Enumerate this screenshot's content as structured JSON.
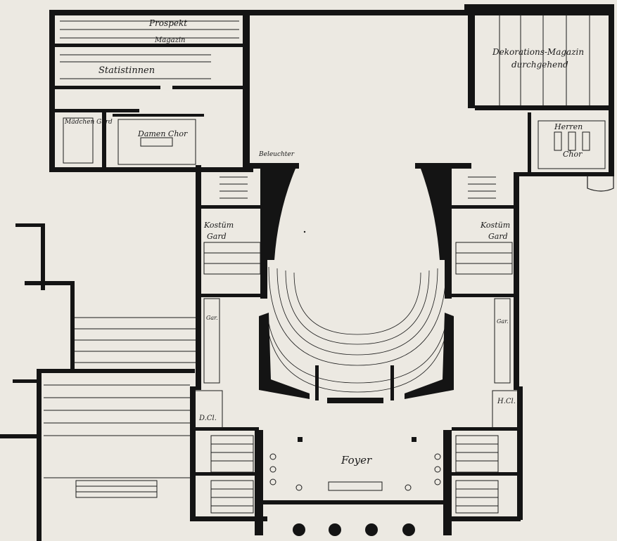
{
  "plan": {
    "labels": {
      "prospekt": "Prospekt",
      "magazin": "Magazin",
      "statistinnen": "Statistinnen",
      "maedchen_gard": "Mädchen Gard",
      "damen_chor": "Damen Chor",
      "beleuchter": "Beleuchter",
      "dekorations_line1": "Dekorations-Magazin",
      "dekorations_line2": "durchgehend",
      "herren_chor_1": "Herren",
      "herren_chor_2": "Chor",
      "kostuem_gard_left_1": "Kostüm",
      "kostuem_gard_left_2": "Gard",
      "kostuem_gard_right_1": "Kostüm",
      "kostuem_gard_right_2": "Gard",
      "gar_left": "Gar.",
      "gar_right": "Gar.",
      "d_cl": "D.Cl.",
      "h_cl": "H.Cl.",
      "foyer": "Foyer"
    },
    "colors": {
      "paper": "#ece9e2",
      "ink": "#141414"
    }
  }
}
